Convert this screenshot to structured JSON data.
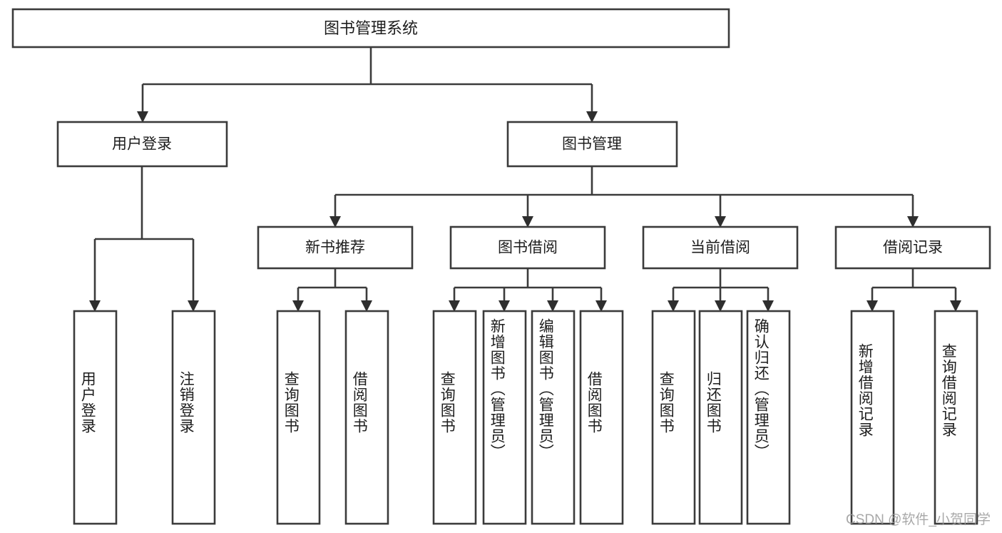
{
  "diagram": {
    "type": "tree",
    "title": "图书管理系统",
    "root": {
      "id": "root",
      "label": "图书管理系统",
      "orientation": "horizontal"
    },
    "level2": [
      {
        "id": "user-login",
        "label": "用户登录",
        "orientation": "horizontal"
      },
      {
        "id": "book-manage",
        "label": "图书管理",
        "orientation": "horizontal"
      }
    ],
    "level3": [
      {
        "id": "new-book-recommend",
        "label": "新书推荐",
        "orientation": "horizontal",
        "parent": "book-manage"
      },
      {
        "id": "book-borrow",
        "label": "图书借阅",
        "orientation": "horizontal",
        "parent": "book-manage"
      },
      {
        "id": "current-borrow",
        "label": "当前借阅",
        "orientation": "horizontal",
        "parent": "book-manage"
      },
      {
        "id": "borrow-record",
        "label": "借阅记录",
        "orientation": "horizontal",
        "parent": "book-manage"
      }
    ],
    "leaves": [
      {
        "id": "leaf-user-login",
        "label": "用户登录",
        "parent": "user-login"
      },
      {
        "id": "leaf-logout",
        "label": "注销登录",
        "parent": "user-login"
      },
      {
        "id": "leaf-query-book-rec",
        "label": "查询图书",
        "parent": "new-book-recommend"
      },
      {
        "id": "leaf-borrow-book-rec",
        "label": "借阅图书",
        "parent": "new-book-recommend"
      },
      {
        "id": "leaf-query-book-borrow",
        "label": "查询图书",
        "parent": "book-borrow"
      },
      {
        "id": "leaf-add-book",
        "label": "新增图书（管理员）",
        "parent": "book-borrow"
      },
      {
        "id": "leaf-edit-book",
        "label": "编辑图书（管理员）",
        "parent": "book-borrow"
      },
      {
        "id": "leaf-borrow-book",
        "label": "借阅图书",
        "parent": "book-borrow"
      },
      {
        "id": "leaf-query-book-cur",
        "label": "查询图书",
        "parent": "current-borrow"
      },
      {
        "id": "leaf-return-book",
        "label": "归还图书",
        "parent": "current-borrow"
      },
      {
        "id": "leaf-confirm-return",
        "label": "确认归还（管理员）",
        "parent": "current-borrow"
      },
      {
        "id": "leaf-add-record",
        "label": "新增借阅记录",
        "parent": "borrow-record"
      },
      {
        "id": "leaf-query-record",
        "label": "查询借阅记录",
        "parent": "borrow-record"
      }
    ],
    "colors": {
      "background": "#ffffff",
      "node_fill": "#ffffff",
      "node_stroke": "#3b3b3b",
      "text": "#1d1d1d",
      "arrow": "#2e2e2e",
      "watermark": "#9a9a9a"
    }
  },
  "watermark": {
    "text": "CSDN @软件_小贺同学"
  }
}
